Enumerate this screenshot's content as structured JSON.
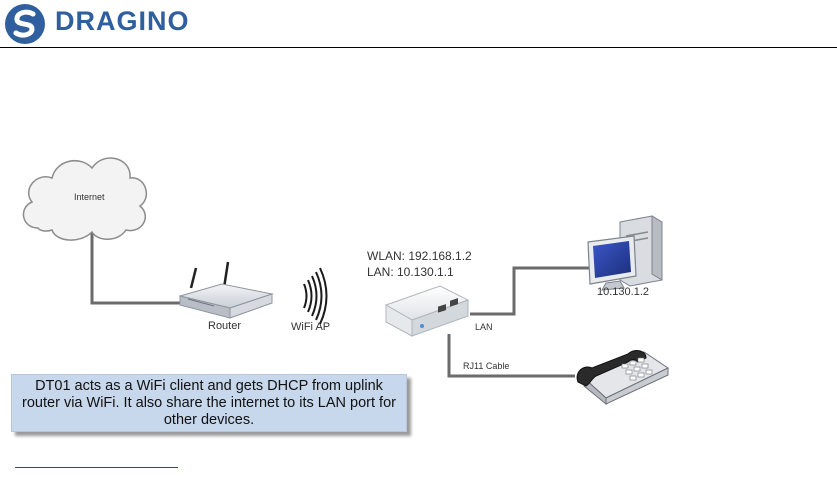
{
  "header": {
    "brand": "DRAGINO",
    "brand_color": "#2f5f9e",
    "logo_icon": "dragino-logo-icon"
  },
  "diagram": {
    "internet_label": "Internet",
    "router_label": "Router",
    "wifi_label": "WiFi AP",
    "wlan_ip": "WLAN: 192.168.1.2",
    "lan_ip": "LAN: 10.130.1.1",
    "pc_ip": "10.130.1.2",
    "lan_link_label": "LAN",
    "rj11_label": "RJ11 Cable",
    "icons": [
      "cloud-icon",
      "router-icon",
      "wifi-signal-icon",
      "dt01-device-icon",
      "desktop-computer-icon",
      "telephone-icon"
    ]
  },
  "callout": {
    "text": "DT01 acts as a WiFi client and gets DHCP from uplink router via WiFi. It also share the internet to its LAN port for other devices."
  }
}
